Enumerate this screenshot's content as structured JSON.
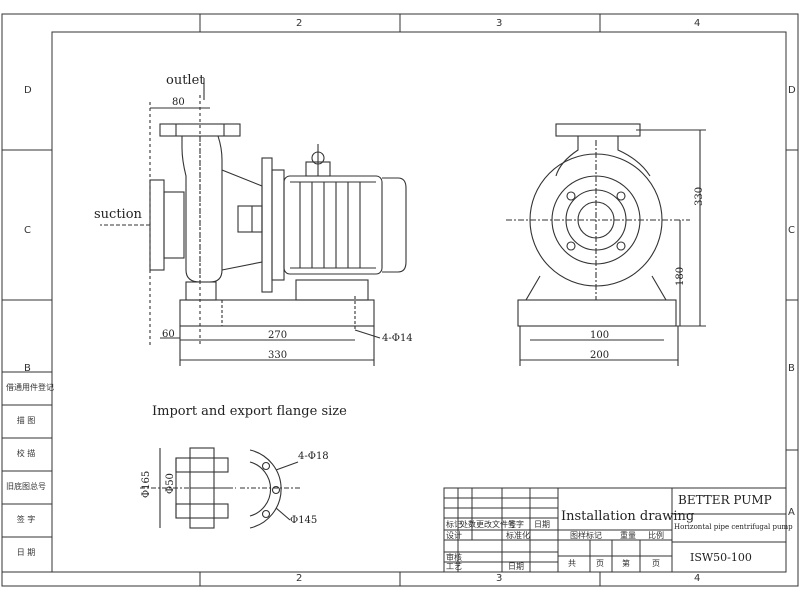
{
  "zones": {
    "top": [
      "2",
      "3",
      "4"
    ],
    "bottom": [
      "2",
      "3",
      "4"
    ],
    "left": [
      "D",
      "C",
      "B"
    ],
    "right": [
      "D",
      "C",
      "B",
      "A"
    ]
  },
  "main_views": {
    "outlet_label": "outlet",
    "suction_label": "suction",
    "dim_80": "80",
    "dim_60": "60",
    "dim_270": "270",
    "dim_330": "330",
    "bolt_holes": "4-Φ14",
    "dim_100": "100",
    "dim_200": "200",
    "dim_330_height": "330",
    "dim_180": "180"
  },
  "flange_section": {
    "title": "Import and export flange size",
    "dim_165": "Φ165",
    "dim_50": "Φ50",
    "holes": "4-Φ18",
    "pcd": "Φ145"
  },
  "left_strip": [
    "借通用件登记",
    "描 图",
    "校 描",
    "旧底图总号",
    "签 字",
    "日 期"
  ],
  "title_block": {
    "drawing_title": "Installation drawing",
    "company": "BETTER PUMP",
    "description": "Horizontal pipe centrifugal pump",
    "model": "ISW50-100",
    "stamps": [
      "标记",
      "处数",
      "更改文件号",
      "签字",
      "日期",
      "设计",
      "标准化",
      "图样标记",
      "重量",
      "比例",
      "审核",
      "工艺",
      "日期",
      "共",
      "页",
      "第",
      "页"
    ]
  }
}
